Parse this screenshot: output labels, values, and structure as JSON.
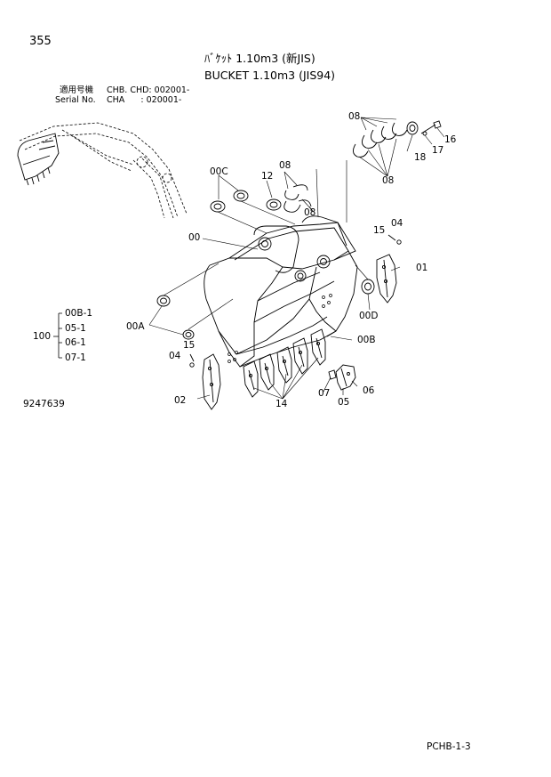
{
  "page": {
    "number": "355",
    "title_jp": "ﾊﾞｹｯﾄ 1.10m3 (新JIS)",
    "title_en": "BUCKET 1.10m3 (JIS94)",
    "applicable_label": "適用号機",
    "applicable_value": "CHB. CHD: 002001-",
    "serial_label": "Serial No.",
    "serial_value": "CHA      : 020001-",
    "figure_id": "9247639",
    "footer_code": "PCHB-1-3"
  },
  "callouts": {
    "c08_top": "08",
    "c08_ring": "08",
    "c08_mid": "08",
    "c08_lower": "08",
    "c16": "16",
    "c17": "17",
    "c18": "18",
    "c12": "12",
    "c00C": "00C",
    "c00": "00",
    "c04_right": "04",
    "c15_right": "15",
    "c01": "01",
    "c00D": "00D",
    "c00A": "00A",
    "c00B": "00B",
    "c15_left": "15",
    "c04_left": "04",
    "c02": "02",
    "c14": "14",
    "c07": "07",
    "c06": "06",
    "c05": "05"
  },
  "kit": {
    "number": "100",
    "items": [
      "00B-1",
      "05-1",
      "06-1",
      "07-1"
    ]
  }
}
